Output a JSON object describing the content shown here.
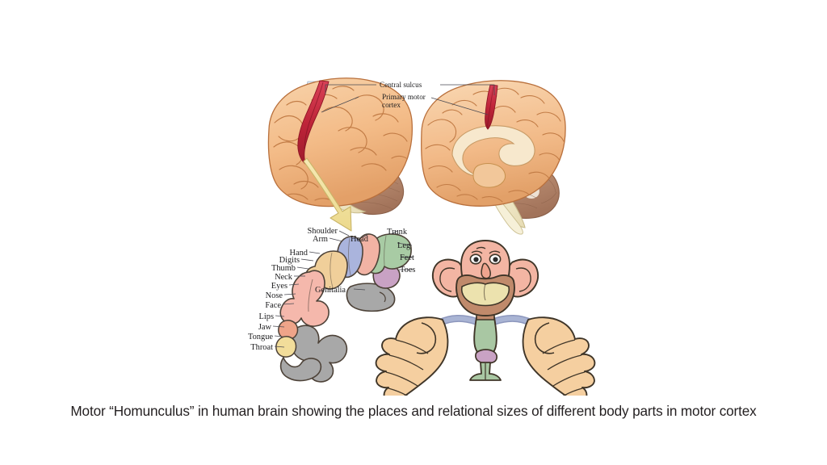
{
  "slide": {
    "background_color": "#ffffff",
    "caption": "Motor “Homunculus” in human brain showing the places and relational sizes of different body parts in motor cortex",
    "caption_color": "#231f20"
  },
  "figure": {
    "title": "Motor Homunculus diagram",
    "panels": [
      {
        "name": "lateral-brain",
        "description": "Lateral view of the left cerebral hemisphere with the central sulcus and primary motor cortex highlighted, a cut plane and a yellow arrow"
      },
      {
        "name": "midsagittal-brain",
        "description": "Midsagittal view of the brain showing corpus callosum, brainstem and cerebellum with the primary motor cortex highlighted"
      },
      {
        "name": "cortical-strip",
        "description": "Cross-section of the motor cortex strip with body parts mapped and colour coded"
      },
      {
        "name": "homunculus-figure",
        "description": "Distorted human figure with oversized head, lips and hands"
      }
    ],
    "brain_labels": [
      {
        "id": "central-sulcus",
        "text": "Central sulcus"
      },
      {
        "id": "primary-motor-cortex-line1",
        "text": "Primary motor"
      },
      {
        "id": "primary-motor-cortex-line2",
        "text": "cortex"
      }
    ],
    "map_labels_left": [
      {
        "id": "hand",
        "text": "Hand"
      },
      {
        "id": "digits",
        "text": "Digits"
      },
      {
        "id": "thumb",
        "text": "Thumb"
      },
      {
        "id": "neck",
        "text": "Neck"
      },
      {
        "id": "eyes",
        "text": "Eyes"
      },
      {
        "id": "nose",
        "text": "Nose"
      },
      {
        "id": "face",
        "text": "Face"
      },
      {
        "id": "lips",
        "text": "Lips"
      },
      {
        "id": "jaw",
        "text": "Jaw"
      },
      {
        "id": "tongue",
        "text": "Tongue"
      },
      {
        "id": "throat",
        "text": "Throat"
      }
    ],
    "map_labels_top": [
      {
        "id": "arm",
        "text": "Arm"
      },
      {
        "id": "shoulder",
        "text": "Shoulder"
      },
      {
        "id": "head",
        "text": "Head"
      },
      {
        "id": "trunk",
        "text": "Trunk"
      }
    ],
    "map_labels_right": [
      {
        "id": "leg",
        "text": "Leg"
      },
      {
        "id": "feet",
        "text": "Feet"
      },
      {
        "id": "toes",
        "text": "Toes"
      }
    ],
    "map_labels_inner": [
      {
        "id": "genitalia",
        "text": "Genitalia"
      }
    ],
    "colors": {
      "cortex_tan": "#f0cf9a",
      "cortex_blue": "#aab4dd",
      "cortex_salmon": "#f2b3a4",
      "cortex_green": "#a8cba4",
      "cortex_purple": "#c9a2c4",
      "cortex_pink": "#f5b8ac",
      "cortex_gray": "#a8a8a8",
      "cortex_yellow": "#f2dd9a",
      "brain_surface": "#f3bb87",
      "brain_shadow": "#e09a63",
      "brain_gyri_line": "#b9703c",
      "motor_strip_red": "#c0283c",
      "cerebellum": "#b2846a",
      "brainstem": "#f2ebcf",
      "arrow_yellow": "#f2e3a0",
      "cut_plane": "#c9d8e8",
      "skin_pink": "#f3b5a3",
      "hand_tan": "#f5cfa0",
      "body_green": "#a9c7a3",
      "mouth_brown": "#c08a6b",
      "teeth_cream": "#ece2ae",
      "arm_blue": "#a9b4d4",
      "outline_dark": "#3f3528"
    }
  }
}
